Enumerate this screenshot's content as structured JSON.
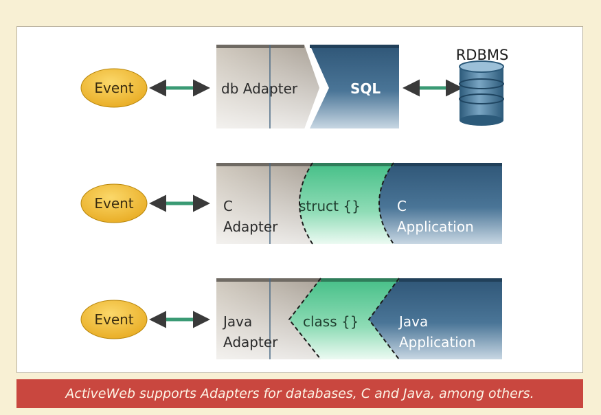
{
  "rows": [
    {
      "event_label": "Event",
      "adapter_lines": [
        "db Adapter"
      ],
      "middle_lines": [
        "SQL"
      ],
      "right_lines": []
    },
    {
      "event_label": "Event",
      "adapter_lines": [
        "C",
        "Adapter"
      ],
      "middle_lines": [
        "struct {}"
      ],
      "right_lines": [
        "C",
        "Application"
      ]
    },
    {
      "event_label": "Event",
      "adapter_lines": [
        "Java",
        "Adapter"
      ],
      "middle_lines": [
        "class {}"
      ],
      "right_lines": [
        "Java",
        "Application"
      ]
    }
  ],
  "database": {
    "label": "RDBMS"
  },
  "caption": "ActiveWeb supports Adapters for databases, C and Java, among others.",
  "colors": {
    "event_fill": "#f3c13e",
    "arrow": "#3a9a74",
    "adapter_gray": "#bab2a6",
    "app_blue": "#3e6889",
    "green": "#52c48e",
    "caption_bg": "#c9473f",
    "frame_bg": "#f8f0d4"
  }
}
